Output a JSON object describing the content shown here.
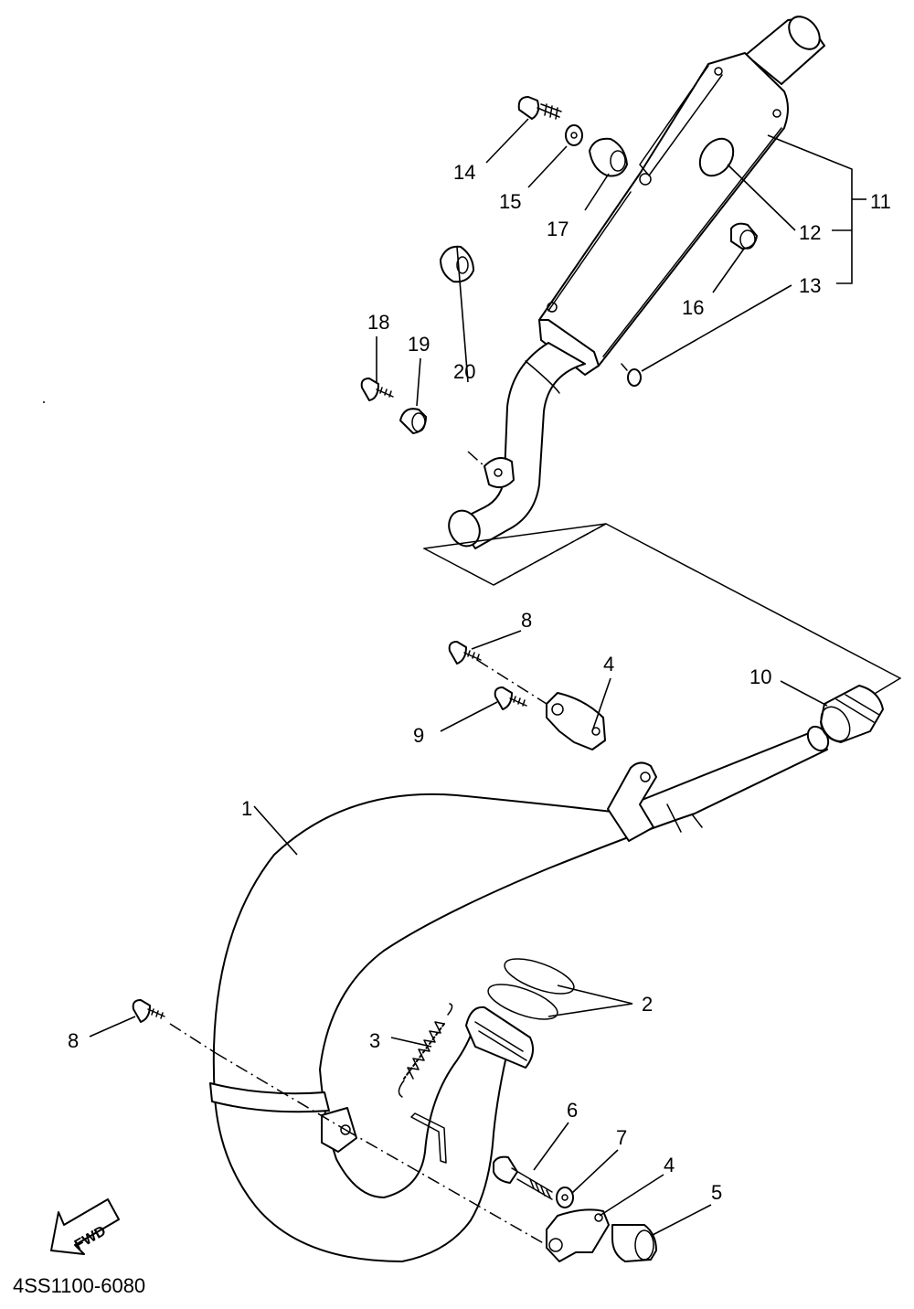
{
  "diagram": {
    "code": "4SS1100-6080",
    "fwd_label": "FWD",
    "callouts": {
      "c1": "1",
      "c2": "2",
      "c3": "3",
      "c4a": "4",
      "c4b": "4",
      "c5": "5",
      "c6": "6",
      "c7": "7",
      "c8a": "8",
      "c8b": "8",
      "c9": "9",
      "c10": "10",
      "c11": "11",
      "c12": "12",
      "c13": "13",
      "c14": "14",
      "c15": "15",
      "c16": "16",
      "c17": "17",
      "c18": "18",
      "c19": "19",
      "c20": "20"
    }
  }
}
